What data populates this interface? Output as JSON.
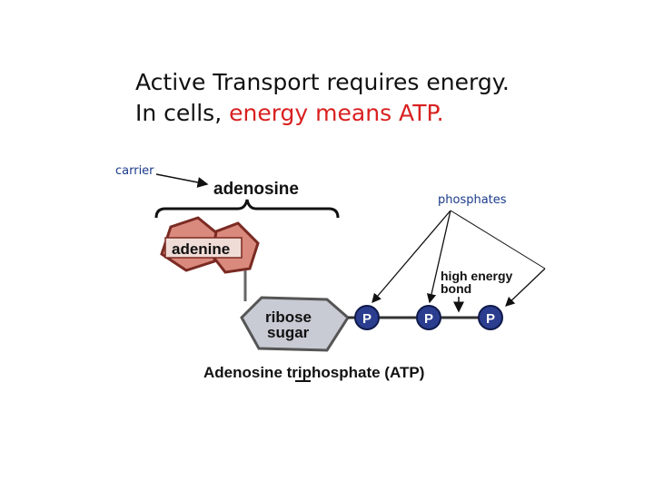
{
  "slide": {
    "title_line1": "Active Transport requires energy.",
    "title_line2_prefix": "In cells, ",
    "title_line2_highlight": "energy means ATP."
  },
  "diagram": {
    "carrier_label": "carrier",
    "phosphates_label": "phosphates",
    "adenosine_label": "adenosine",
    "adenine_label": "adenine",
    "ribose_line1": "ribose",
    "ribose_line2": "sugar",
    "phosphate_group_label": "P",
    "high_energy_line1": "high energy",
    "high_energy_line2": "bond",
    "caption": "Adenosine triphosphate (ATP)",
    "colors": {
      "adenine_fill": "#d98a7c",
      "adenine_stroke": "#7a2a22",
      "ribose_fill": "#c8cbd4",
      "phosphate_fill": "#2a3d8f",
      "highlight_red": "#d92020"
    }
  }
}
